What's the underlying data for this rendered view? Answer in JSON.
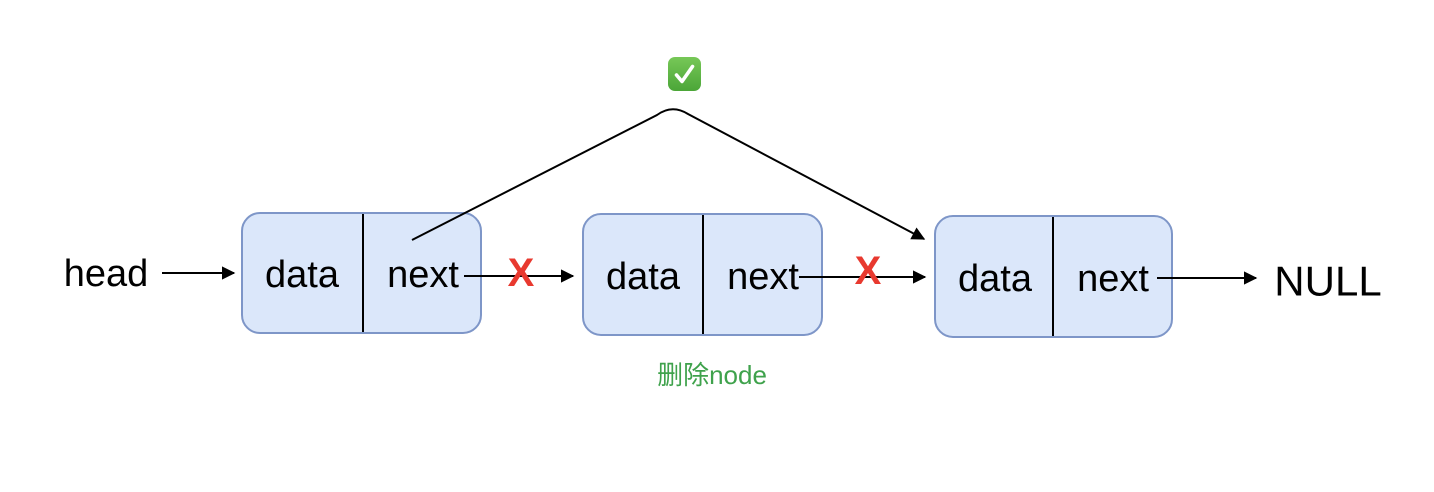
{
  "diagram": {
    "type": "singly-linked-list-deletion",
    "labels": {
      "head": "head",
      "null_terminator": "NULL",
      "delete_note": "删除node",
      "x_mark": "X"
    },
    "nodes": [
      {
        "data_label": "data",
        "next_label": "next"
      },
      {
        "data_label": "data",
        "next_label": "next"
      },
      {
        "data_label": "data",
        "next_label": "next"
      }
    ],
    "icons": {
      "checkmark": "white-heavy-check-mark-emoji"
    },
    "colors": {
      "node_fill": "#dbe7fa",
      "node_stroke": "#7e96c8",
      "divider": "#000000",
      "arrow": "#000000",
      "x_mark": "#e8392f",
      "delete_note_green": "#3fa24c",
      "checkmark_green_top": "#77c857",
      "checkmark_green_bottom": "#4ba638"
    }
  }
}
